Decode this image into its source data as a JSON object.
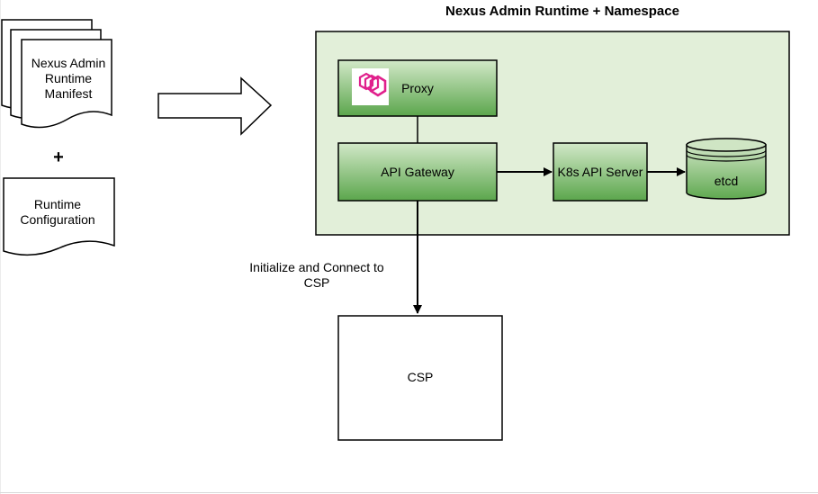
{
  "title": "Nexus Admin Runtime + Namespace",
  "manifest_doc": {
    "label": "Nexus Admin Runtime Manifest"
  },
  "plus_sign": "+",
  "config_doc": {
    "label": "Runtime Configuration"
  },
  "proxy": {
    "label": "Proxy",
    "logo": "envoy-logo-icon"
  },
  "api_gateway": {
    "label": "API Gateway"
  },
  "k8s_api_server": {
    "label": "K8s API Server"
  },
  "etcd": {
    "label": "etcd"
  },
  "connect_edge": {
    "label": "Initialize and Connect to CSP"
  },
  "csp": {
    "label": "CSP"
  },
  "colors": {
    "namespace_fill": "#e2efd9",
    "box_gradient_top": "#d0e6c7",
    "box_gradient_bottom": "#5fa74f",
    "logo_magenta": "#e0208c",
    "stroke": "#000000"
  }
}
